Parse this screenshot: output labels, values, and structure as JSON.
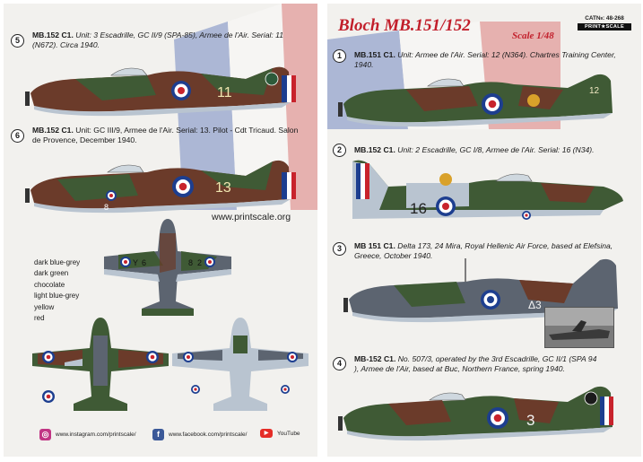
{
  "left_sheet": {
    "entries": [
      {
        "number": "5",
        "type": "MB.152 C1.",
        "details": "Unit: 3 Escadrille, GC II/9 (SPA-85), Armee de l'Air. Serial: 11 (N672). Circa 1940."
      },
      {
        "number": "6",
        "type": "MB.152 C1.",
        "details": "Unit: GC III/9, Armee de l'Air. Serial: 13. Pilot - Cdt Tricaud. Salon de Provence, December 1940."
      }
    ],
    "plane_markings": {
      "p5_tail": "11",
      "p6_tail": "13",
      "p6_nose": "8",
      "upper_left": "Y",
      "upper_left2": "6",
      "upper_right": "8",
      "upper_right2": "2"
    },
    "website": "www.printscale.org",
    "legend": [
      "dark blue-grey",
      "dark green",
      "chocolate",
      "light blue-grey",
      "yellow",
      "red"
    ],
    "social": {
      "instagram": "www.instagram.com/printscale/",
      "facebook": "www.facebook.com/printscale/",
      "youtube": "YouTube"
    }
  },
  "right_sheet": {
    "title": "Bloch MB.151/152",
    "scale": "Scale 1/48",
    "cat_no": "CAT№: 48-268",
    "brand": "PRINT★SCALE",
    "entries": [
      {
        "number": "1",
        "type": "MB.151 C1.",
        "details": "Unit: Armee de l'Air. Serial: 12 (N364). Chartres Training Center, 1940."
      },
      {
        "number": "2",
        "type": "MB.152 C1.",
        "details": "Unit: 2 Escadrille, GC I/8, Armee de l'Air. Serial: 16 (N34)."
      },
      {
        "number": "3",
        "type": "MB 151 C1.",
        "details": "Delta 173, 24 Mira, Royal Hellenic Air Force, based at Elefsina, Greece, October 1940."
      },
      {
        "number": "4",
        "type": "MB-152 C1.",
        "details": "No. 507/3, operated by the 3rd Escadrille, GC II/1 (SPA 94 ), Armee de l'Air, based at Buc, Northern France, spring 1940."
      }
    ],
    "plane_markings": {
      "p1_tail": "12",
      "p2_fuselage": "16",
      "p3_fuselage": "Δ3",
      "p4_fuselage": "3"
    }
  },
  "colors": {
    "dark_green": "#3f5a35",
    "chocolate": "#6b3b2a",
    "blue_grey": "#5c6470",
    "light_blue_grey": "#b9c4d0",
    "french_blue": "#1d3e8f",
    "french_red": "#c8232c",
    "title_red": "#c21f2b"
  }
}
